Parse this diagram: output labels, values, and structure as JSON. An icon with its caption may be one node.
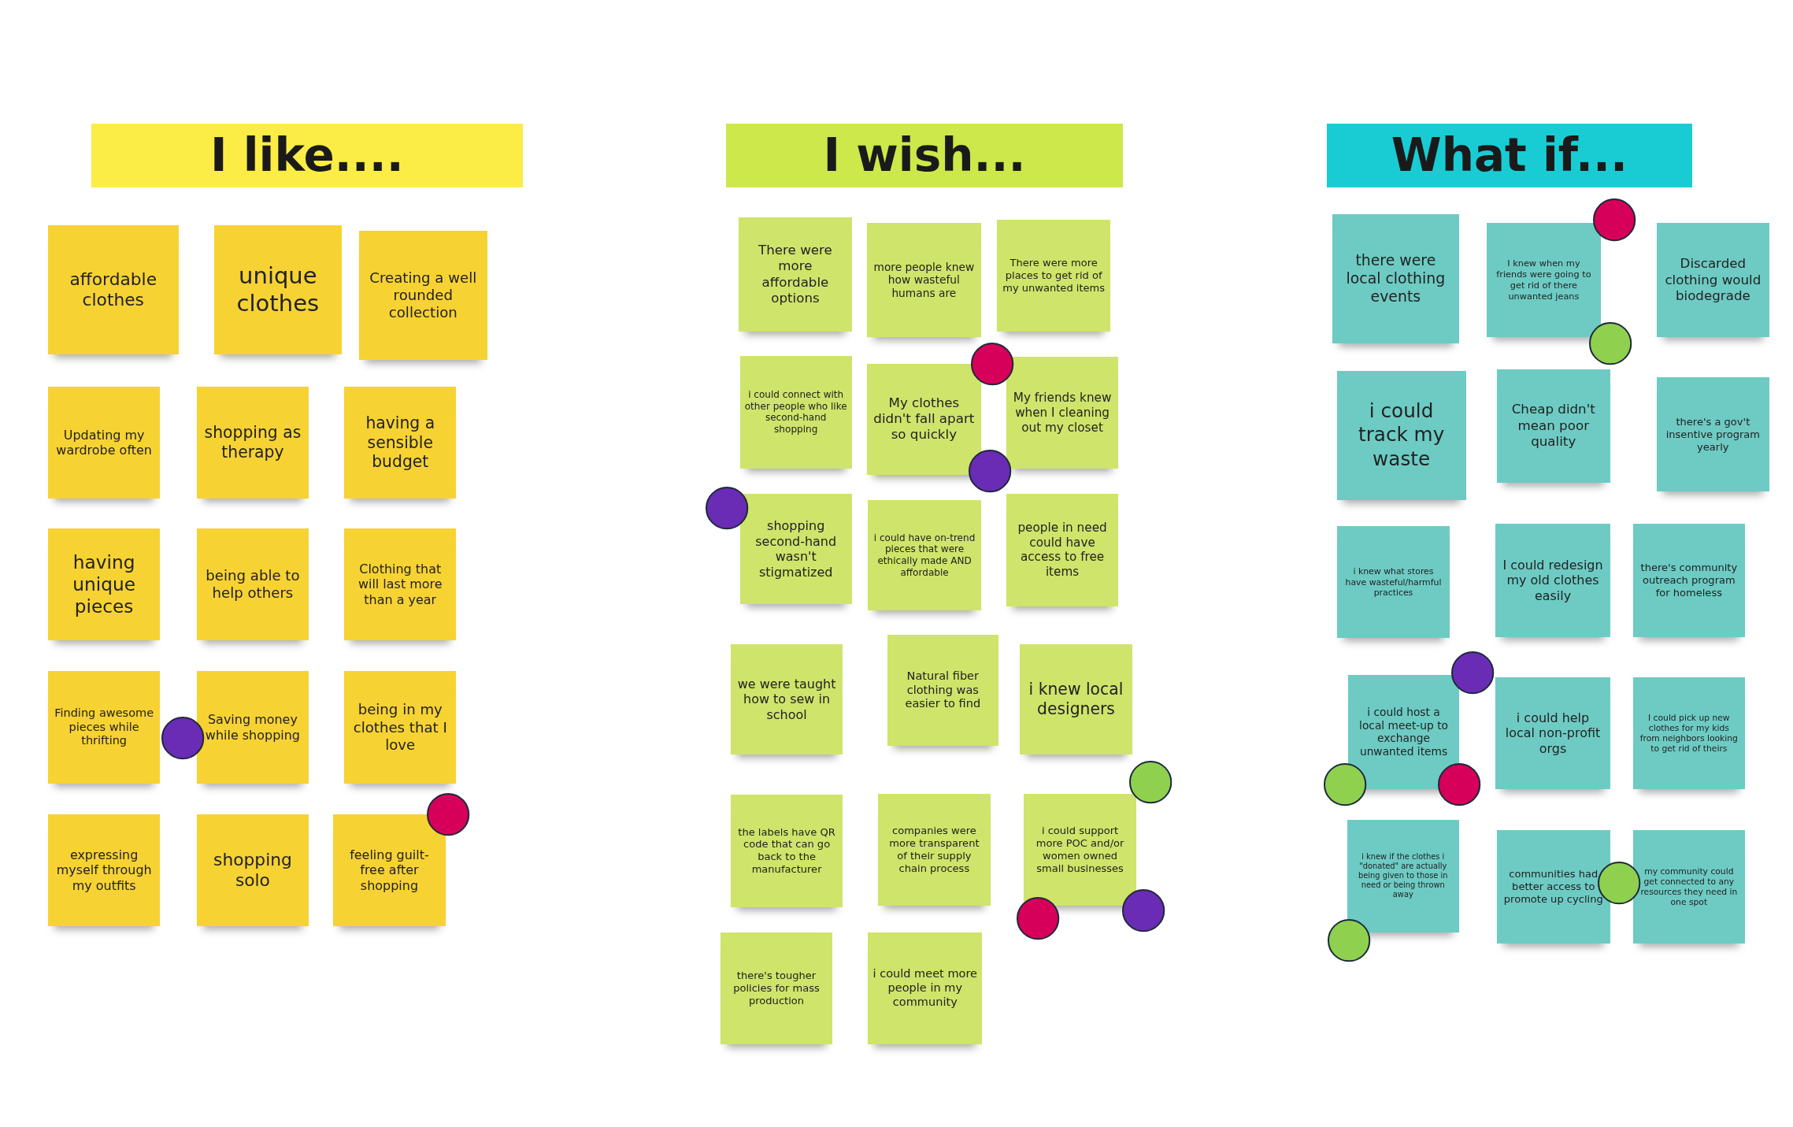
{
  "diagram": {
    "nodes": [
      {
        "text": [
          "I like...."
        ]
      },
      {
        "text": [
          "affordable clothes"
        ]
      },
      {
        "text": [
          "unique clothes"
        ]
      },
      {
        "text": [
          "Creating a well rounded collection"
        ]
      },
      {
        "text": [
          "Updating my wardrobe often"
        ]
      },
      {
        "text": [
          "shopping as therapy"
        ]
      },
      {
        "text": [
          "having a sensible budget"
        ]
      },
      {
        "text": [
          "having unique pieces"
        ]
      },
      {
        "text": [
          "being able to help others"
        ]
      },
      {
        "text": [
          "Clothing that will last more than a year"
        ]
      },
      {
        "text": [
          "Finding awesome pieces while thrifting"
        ]
      },
      {
        "text": [
          "Saving money while shopping"
        ]
      },
      {
        "text": [
          "being in my clothes that I love"
        ]
      },
      {
        "text": [
          "expressing myself through my outfits"
        ]
      },
      {
        "text": [
          "shopping solo"
        ]
      },
      {
        "text": [
          "feeling guilt-free after shopping"
        ]
      },
      {
        "text": [
          "I wish..."
        ]
      },
      {
        "text": [
          "There were more affordable options"
        ]
      },
      {
        "text": [
          "more people knew how wasteful humans are"
        ]
      },
      {
        "text": [
          "There were more places to get rid of my unwanted items"
        ]
      },
      {
        "text": [
          "i could connect with other people who like second-hand shopping"
        ]
      },
      {
        "text": [
          "My clothes didn't fall apart so quickly"
        ]
      },
      {
        "text": [
          "My friends knew when I cleaning out my closet"
        ]
      },
      {
        "text": [
          "shopping second-hand wasn't stigmatized"
        ]
      },
      {
        "text": [
          "i could have on-trend pieces that were ethically made AND affordable"
        ]
      },
      {
        "text": [
          "people in need could have access to free items"
        ]
      },
      {
        "text": [
          "we were taught how to sew in school"
        ]
      },
      {
        "text": [
          "Natural fiber clothing was easier to find"
        ]
      },
      {
        "text": [
          "i knew local designers"
        ]
      },
      {
        "text": [
          "the  labels have QR code that can go back to the manufacturer"
        ]
      },
      {
        "text": [
          "companies were more transparent of their supply chain process"
        ]
      },
      {
        "text": [
          "i could support more POC and/or women owned small businesses"
        ]
      },
      {
        "text": [
          "there's tougher policies for mass production"
        ]
      },
      {
        "text": [
          "i could meet more people in my community"
        ]
      },
      {
        "text": [
          "What if..."
        ]
      },
      {
        "text": [
          "there were local clothing events"
        ]
      },
      {
        "text": [
          "I knew when my friends were going to get rid of there unwanted jeans"
        ]
      },
      {
        "text": [
          "Discarded clothing would biodegrade"
        ]
      },
      {
        "text": [
          "i could track my waste"
        ]
      },
      {
        "text": [
          "Cheap didn't mean poor quality"
        ]
      },
      {
        "text": [
          "there's a gov't insentive program yearly"
        ]
      },
      {
        "text": [
          "i knew what stores have wasteful/harmful practices"
        ]
      },
      {
        "text": [
          "I could redesign my old clothes easily"
        ]
      },
      {
        "text": [
          "there's community outreach program for homeless"
        ]
      },
      {
        "text": [
          "i could host a local meet-up to exchange unwanted items"
        ]
      },
      {
        "text": [
          "i could help local non-profit orgs"
        ]
      },
      {
        "text": [
          "I could pick up new clothes for my kids from neighbors looking to get rid of theirs"
        ]
      },
      {
        "text": [
          "i knew if the clothes i \"donated\" are actually being given to those in need or being thrown away"
        ]
      },
      {
        "text": [
          "communities had better access to promote up cycling"
        ]
      },
      {
        "text": [
          "my community could get connected to any resources they need in one spot"
        ]
      }
    ]
  }
}
